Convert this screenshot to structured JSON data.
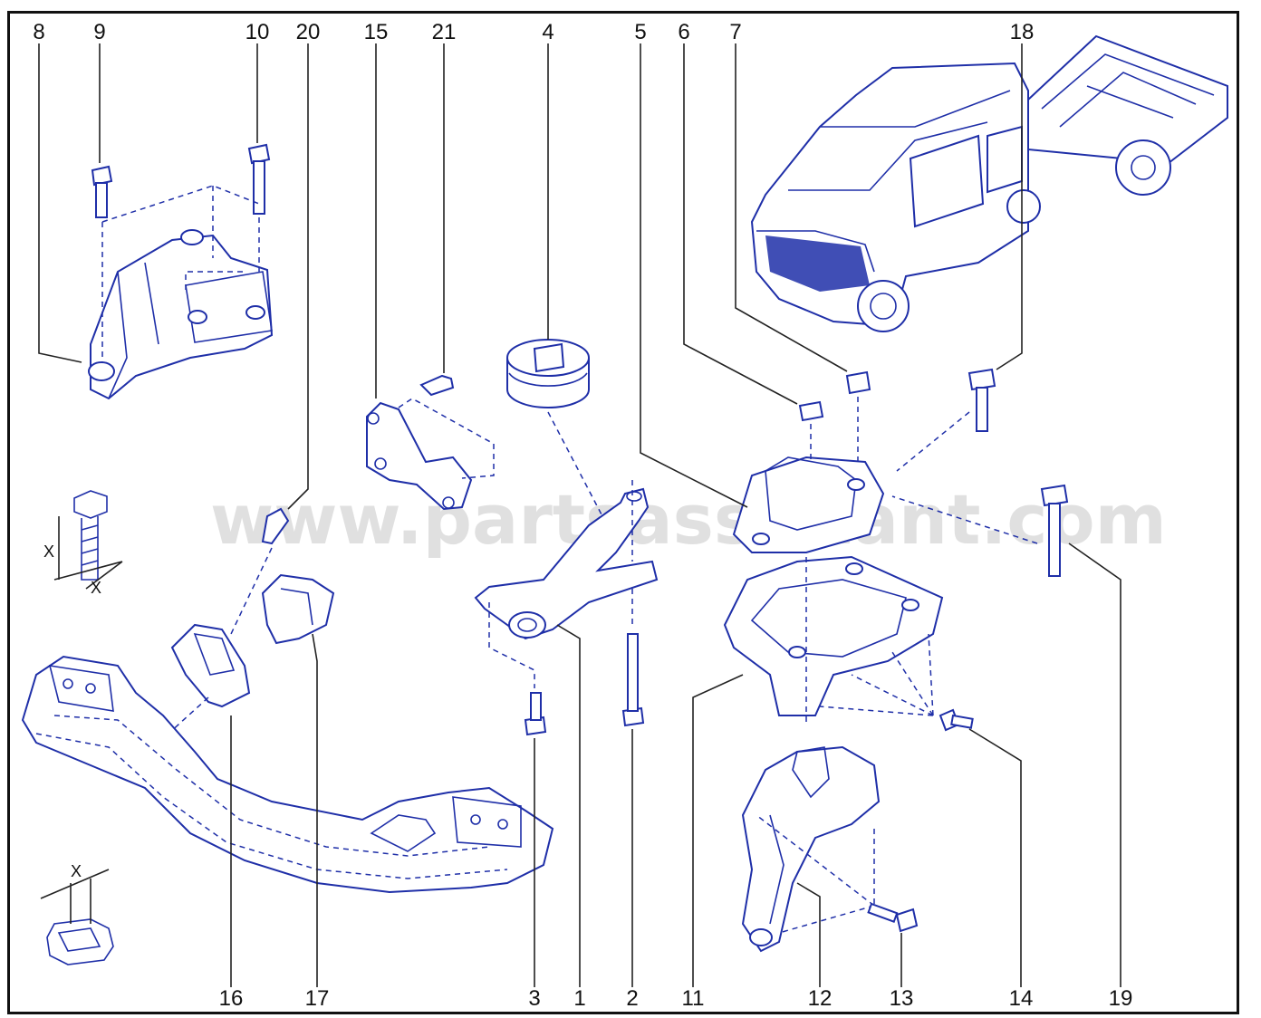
{
  "diagram": {
    "watermark": "www.partsassistant.com",
    "dimension_symbol": "X",
    "line_color": "#1f2fa8",
    "callouts": [
      "1",
      "2",
      "3",
      "4",
      "5",
      "6",
      "7",
      "8",
      "9",
      "10",
      "11",
      "12",
      "13",
      "14",
      "15",
      "16",
      "17",
      "18",
      "19",
      "20",
      "21"
    ]
  }
}
